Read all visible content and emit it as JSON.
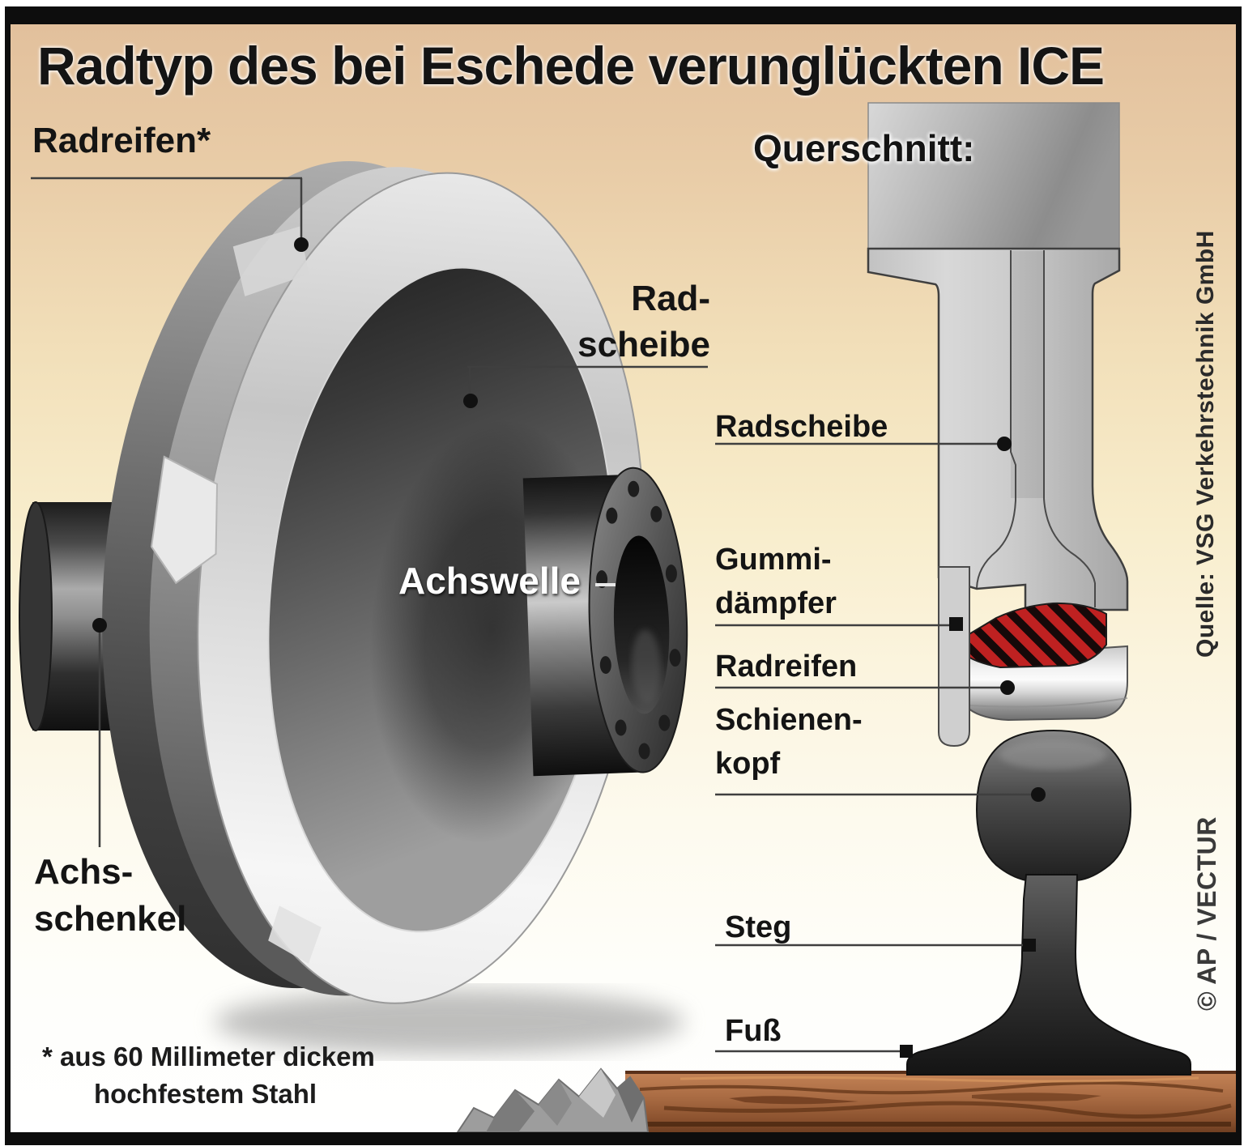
{
  "title": "Radtyp des bei Eschede verunglückten ICE",
  "wheel_diagram": {
    "labels": {
      "radreifen": "Radreifen*",
      "radscheibe_line1": "Rad-",
      "radscheibe_line2": "scheibe",
      "achswelle": "Achswelle",
      "achsschenkel_line1": "Achs-",
      "achsschenkel_line2": "schenkel"
    }
  },
  "cross_section": {
    "heading": "Querschnitt:",
    "labels": {
      "radscheibe": "Radscheibe",
      "gummidaempfer_line1": "Gummi-",
      "gummidaempfer_line2": "dämpfer",
      "radreifen": "Radreifen",
      "schienenkopf_line1": "Schienen-",
      "schienenkopf_line2": "kopf",
      "steg": "Steg",
      "fuss": "Fuß"
    }
  },
  "footnote": {
    "line1": "* aus 60 Millimeter dickem",
    "line2": "hochfestem Stahl"
  },
  "credits": {
    "source": "Quelle: VSG Verkehrstechnik GmbH",
    "agency": "© AP / VECTUR"
  },
  "colors": {
    "background_top": "#e2c09c",
    "background_bottom": "#ffffff",
    "damper_red": "#bf2121",
    "wood_brown": "#a86a42",
    "frame_black": "#0d0d0d",
    "steel_light": "#f2f2f2",
    "steel_dark": "#2a2a2a"
  }
}
